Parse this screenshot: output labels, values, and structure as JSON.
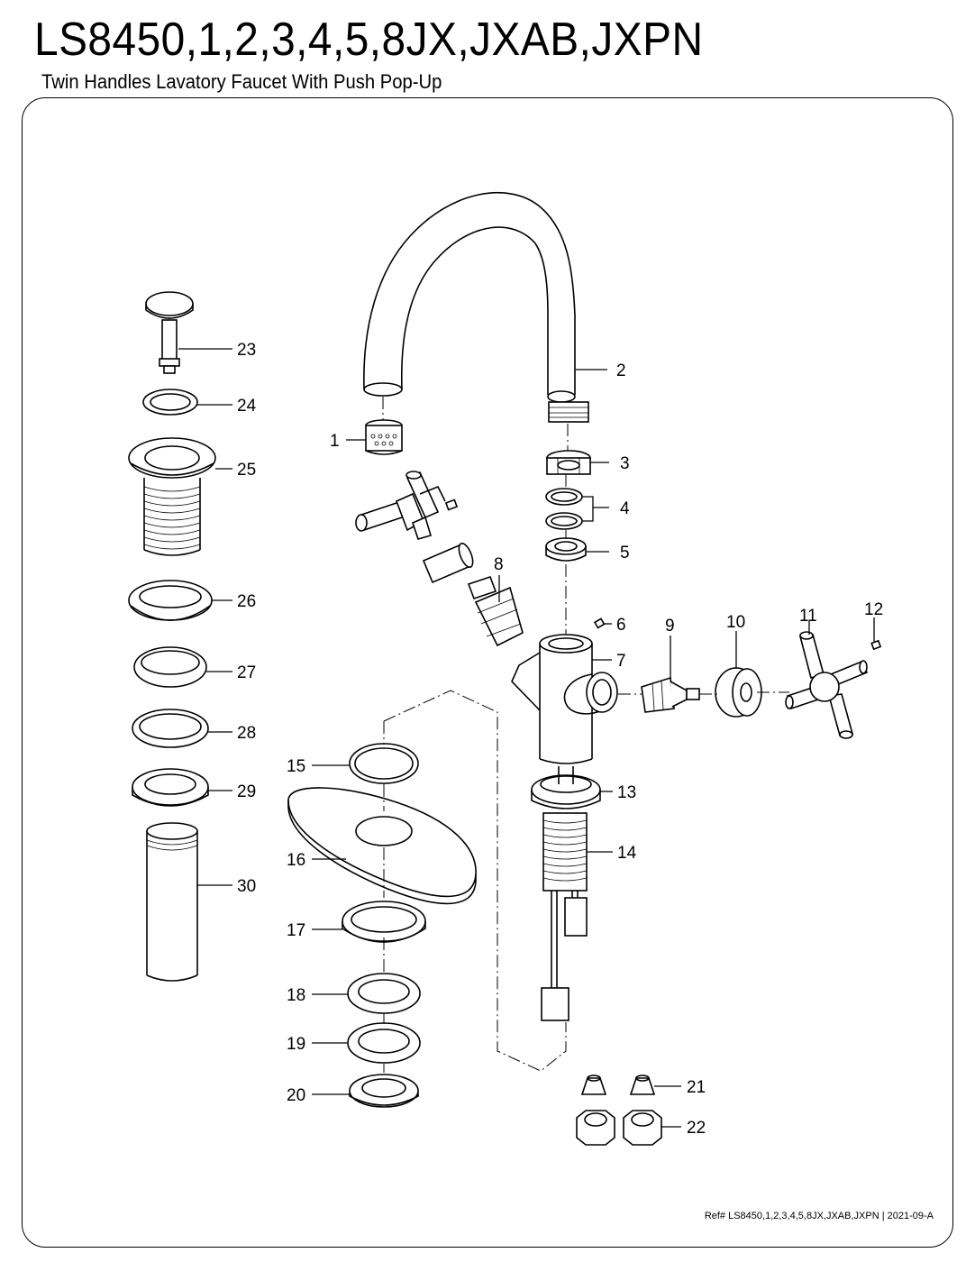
{
  "header": {
    "title": "LS8450,1,2,3,4,5,8JX,JXAB,JXPN",
    "subtitle": "Twin Handles Lavatory Faucet With Push Pop-Up"
  },
  "footer": {
    "reference": "Ref# LS8450,1,2,3,4,5,8JX,JXAB,JXPN | 2021-09-A"
  },
  "parts": {
    "p1": "1",
    "p2": "2",
    "p3": "3",
    "p4": "4",
    "p5": "5",
    "p6": "6",
    "p7": "7",
    "p8": "8",
    "p9": "9",
    "p10": "10",
    "p11": "11",
    "p12": "12",
    "p13": "13",
    "p14": "14",
    "p15": "15",
    "p16": "16",
    "p17": "17",
    "p18": "18",
    "p19": "19",
    "p20": "20",
    "p21": "21",
    "p22": "22",
    "p23": "23",
    "p24": "24",
    "p25": "25",
    "p26": "26",
    "p27": "27",
    "p28": "28",
    "p29": "29",
    "p30": "30"
  }
}
